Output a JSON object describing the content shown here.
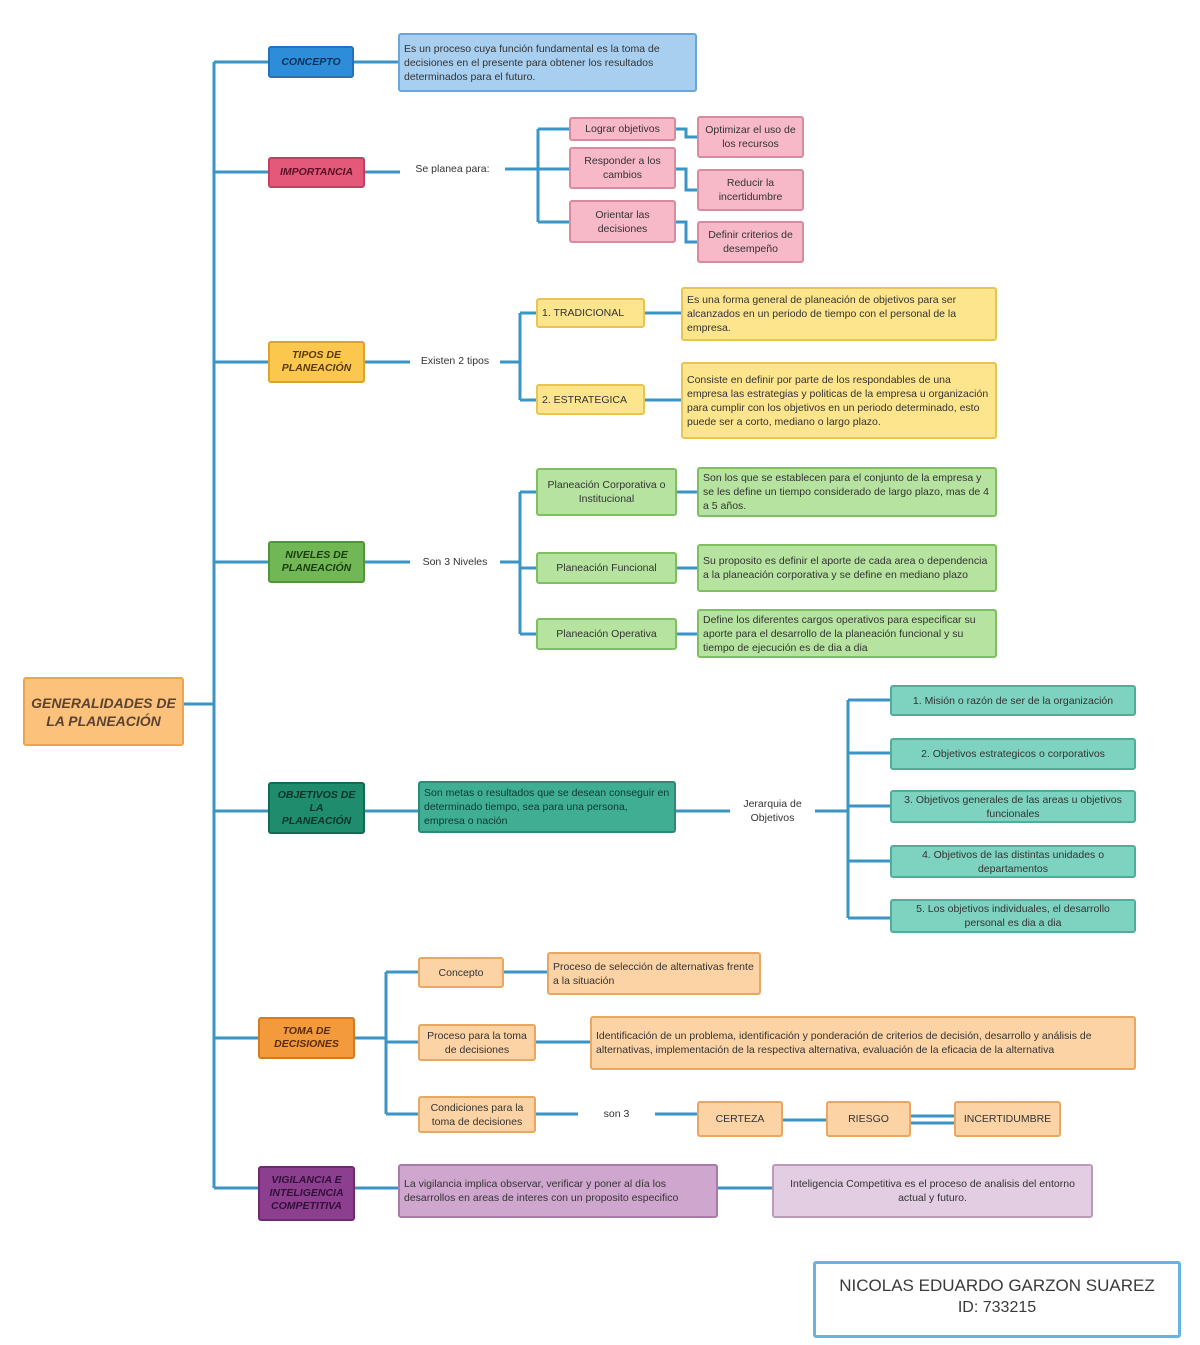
{
  "root": {
    "text": "GENERALIDADES DE LA PLANEACIÓN"
  },
  "concepto": {
    "title": "CONCEPTO",
    "text": "Es un proceso cuya función fundamental es la toma de decisiones en el presente para obtener los resultados determinados para el futuro."
  },
  "importancia": {
    "title": "IMPORTANCIA",
    "connector": "Se planea para:",
    "items": [
      {
        "label": "Lograr objetivos",
        "detail": "Optimizar el uso de los recursos"
      },
      {
        "label": "Responder a los cambios",
        "detail": "Reducir la incertidumbre"
      },
      {
        "label": "Orientar las decisiones",
        "detail": "Definir criterios de desempeño"
      }
    ]
  },
  "tipos": {
    "title": "TIPOS DE PLANEACIÓN",
    "connector": "Existen 2 tipos",
    "items": [
      {
        "label": "1. TRADICIONAL",
        "detail": "Es una forma general de planeación de objetivos para ser alcanzados en un periodo de tiempo con el personal de la empresa."
      },
      {
        "label": "2. ESTRATEGICA",
        "detail": "Consiste en definir por parte de los respondables de una empresa las estrategias y politicas de la empresa u organización para cumplir con los objetivos en un periodo determinado, esto puede ser a corto, mediano o largo plazo."
      }
    ]
  },
  "niveles": {
    "title": "NIVELES DE PLANEACIÓN",
    "connector": "Son 3 Niveles",
    "items": [
      {
        "label": "Planeación Corporativa o Institucional",
        "detail": "Son los que se establecen para el conjunto de la empresa y se les define un tiempo considerado de largo plazo, mas de 4 a 5 años."
      },
      {
        "label": "Planeación Funcional",
        "detail": "Su proposito es definir el aporte de cada area o dependencia a la planeación corporativa y se define en mediano plazo"
      },
      {
        "label": "Planeación Operativa",
        "detail": "Define los diferentes cargos operativos para especificar su aporte para el desarrollo de la planeación funcional y su tiempo de ejecución es de dia a dia"
      }
    ]
  },
  "objetivos": {
    "title": "OBJETIVOS DE LA PLANEACIÓN",
    "definition": "Son metas o resultados que se desean conseguir en determinado tiempo, sea para una persona, empresa o nación",
    "connector": "Jerarquia de Objetivos",
    "items": [
      "1. Misión o razón de ser de la organización",
      "2. Objetivos estrategicos o corporativos",
      "3. Objetivos generales de las areas u objetivos funcionales",
      "4. Objetivos de las distintas unidades o departamentos",
      "5. Los objetivos individuales, el desarrollo personal es dia a dia"
    ]
  },
  "toma": {
    "title": "TOMA DE DECISIONES",
    "concepto_label": "Concepto",
    "concepto_detail": "Proceso de selección de alternativas frente a la situación",
    "proceso_label": "Proceso para la toma de decisiones",
    "proceso_detail": "Identificación de un problema, identificación y ponderación de criterios de decisión, desarrollo y análisis de alternativas, implementación de la respectiva alternativa, evaluación de la eficacia de la alternativa",
    "condiciones_label": "Condiciones para la toma de decisiones",
    "condiciones_connector": "son 3",
    "condiciones": [
      "CERTEZA",
      "RIESGO",
      "INCERTIDUMBRE"
    ]
  },
  "vigilancia": {
    "title": "VIGILANCIA E INTELIGENCIA COMPETITIVA",
    "text1": "La vigilancia implica observar, verificar y poner al día los desarrollos en areas de interes con un proposito especifico",
    "text2": "Inteligencia Competitiva es el proceso de analisis del entorno actual y futuro."
  },
  "author": {
    "name": "NICOLAS EDUARDO GARZON SUAREZ",
    "id": "ID: 733215"
  }
}
